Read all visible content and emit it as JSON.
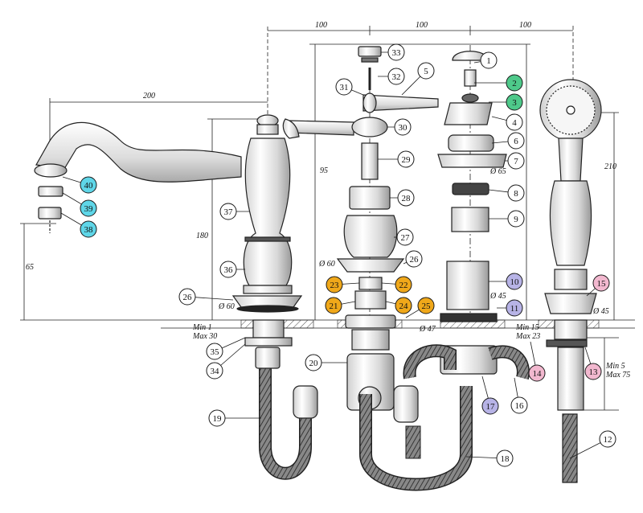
{
  "colors": {
    "ink": "#1a1a1a",
    "paper": "#ffffff",
    "green": "#4ec98a",
    "cyan": "#5fd6e8",
    "orange": "#f0a81a",
    "lavender": "#b7b3e6",
    "pink": "#f2b8cf",
    "white": "#ffffff"
  },
  "dimensions": {
    "d100_a": "100",
    "d100_b": "100",
    "d100_c": "100",
    "d200": "200",
    "d210": "210",
    "d180": "180",
    "d95": "95",
    "d65": "65",
    "dia60_left": "Ø 60",
    "dia60_mid": "Ø 60",
    "dia65": "Ø 65",
    "dia45_mid": "Ø 45",
    "dia45_right": "Ø 45",
    "dia47": "Ø 47",
    "min1": "Min 1",
    "max30": "Max 30",
    "min15": "Min 15",
    "max23": "Max 23",
    "min5": "Min 5",
    "max75": "Max 75"
  },
  "callouts": [
    {
      "n": "1",
      "color": "white"
    },
    {
      "n": "2",
      "color": "green"
    },
    {
      "n": "3",
      "color": "green"
    },
    {
      "n": "4",
      "color": "white"
    },
    {
      "n": "5",
      "color": "white"
    },
    {
      "n": "6",
      "color": "white"
    },
    {
      "n": "7",
      "color": "white"
    },
    {
      "n": "8",
      "color": "white"
    },
    {
      "n": "9",
      "color": "white"
    },
    {
      "n": "10",
      "color": "lavender"
    },
    {
      "n": "11",
      "color": "lavender"
    },
    {
      "n": "12",
      "color": "white"
    },
    {
      "n": "13",
      "color": "pink"
    },
    {
      "n": "14",
      "color": "pink"
    },
    {
      "n": "15",
      "color": "pink"
    },
    {
      "n": "16",
      "color": "white"
    },
    {
      "n": "17",
      "color": "lavender"
    },
    {
      "n": "18",
      "color": "white"
    },
    {
      "n": "19",
      "color": "white"
    },
    {
      "n": "20",
      "color": "white"
    },
    {
      "n": "21",
      "color": "orange"
    },
    {
      "n": "22",
      "color": "orange"
    },
    {
      "n": "23",
      "color": "orange"
    },
    {
      "n": "24",
      "color": "orange"
    },
    {
      "n": "25",
      "color": "orange"
    },
    {
      "n": "26",
      "color": "white"
    },
    {
      "n": "26",
      "color": "white"
    },
    {
      "n": "27",
      "color": "white"
    },
    {
      "n": "28",
      "color": "white"
    },
    {
      "n": "29",
      "color": "white"
    },
    {
      "n": "30",
      "color": "white"
    },
    {
      "n": "31",
      "color": "white"
    },
    {
      "n": "32",
      "color": "white"
    },
    {
      "n": "33",
      "color": "white"
    },
    {
      "n": "34",
      "color": "white"
    },
    {
      "n": "35",
      "color": "white"
    },
    {
      "n": "36",
      "color": "white"
    },
    {
      "n": "37",
      "color": "white"
    },
    {
      "n": "38",
      "color": "cyan"
    },
    {
      "n": "39",
      "color": "cyan"
    },
    {
      "n": "40",
      "color": "cyan"
    }
  ]
}
